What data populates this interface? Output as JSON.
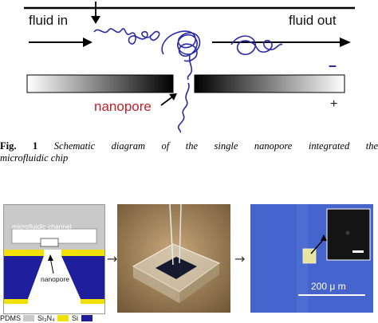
{
  "top_diagram": {
    "fluid_in": "fluid in",
    "fluid_out": "fluid out",
    "nanopore": "nanopore",
    "minus": "–",
    "plus": "+"
  },
  "caption": {
    "label": "Fig. 1",
    "text_line1": "Schematic diagram of the single nanopore integrated the",
    "text_line2": "microfluidic chip"
  },
  "chip_schematic": {
    "channel_label": "microfluidic channel",
    "nanopore_label": "nanopore",
    "legend_pdms": "PDMS",
    "legend_sin": "Si₃N₄",
    "legend_si": "Si",
    "colors": {
      "pdms": "#c9c9c9",
      "sin": "#f2e000",
      "si": "#1f1f9e"
    }
  },
  "micrograph": {
    "scale_label": "200 μ m"
  },
  "arrows": {
    "glyph": "→"
  }
}
